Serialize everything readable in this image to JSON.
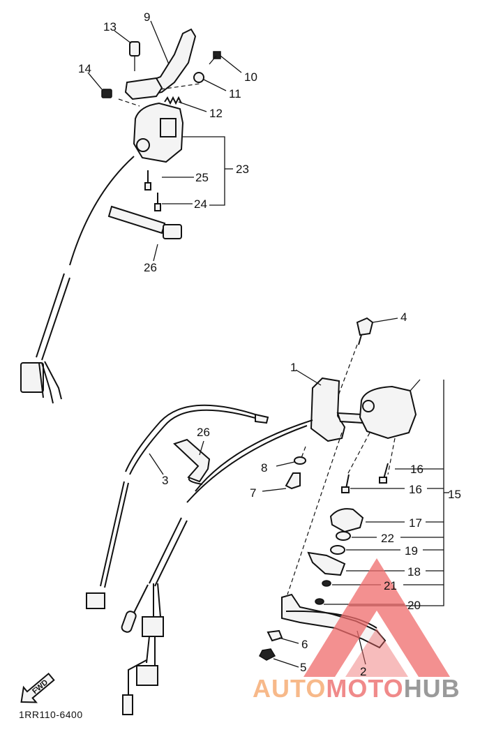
{
  "callouts": {
    "c1": "1",
    "c2": "2",
    "c3": "3",
    "c4": "4",
    "c5": "5",
    "c6": "6",
    "c7": "7",
    "c8": "8",
    "c9": "9",
    "c10": "10",
    "c11": "11",
    "c12": "12",
    "c13": "13",
    "c14": "14",
    "c15": "15",
    "c16a": "16",
    "c16b": "16",
    "c17": "17",
    "c18": "18",
    "c19": "19",
    "c20": "20",
    "c21": "21",
    "c22": "22",
    "c23": "23",
    "c24": "24",
    "c25": "25",
    "c26a": "26",
    "c26b": "26"
  },
  "fwd_label": "FWD",
  "drawing_code": "1RR110-6400",
  "watermark": {
    "part1": "AUTO",
    "part2": "MOTO",
    "part3": "HUB",
    "colors": {
      "auto": "#f7b98a",
      "moto": "#f08a8a",
      "hub": "#9a9a9a",
      "triangle": "#ef6b6b"
    }
  }
}
